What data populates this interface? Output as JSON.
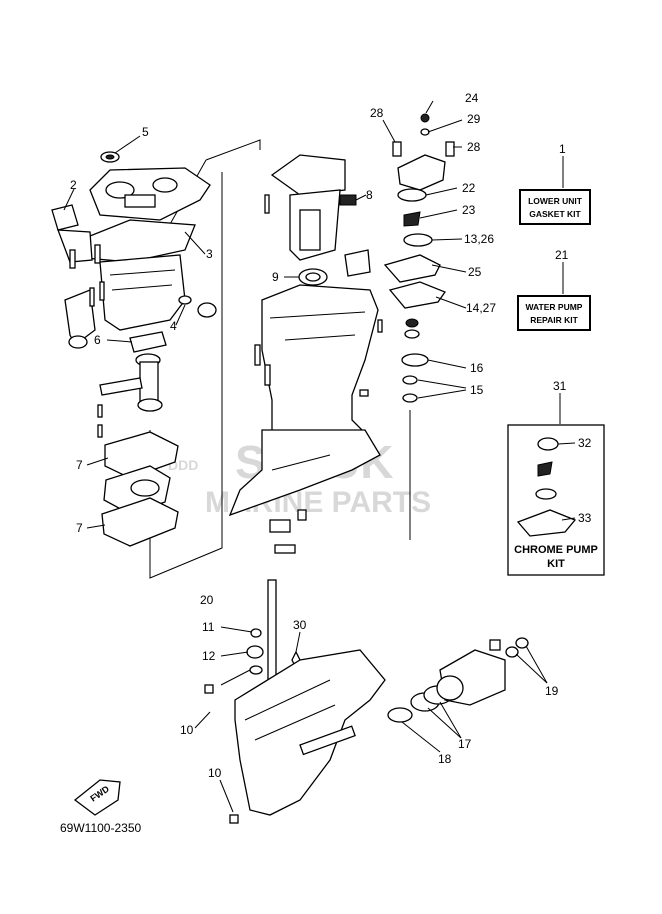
{
  "diagram": {
    "code": "69W1100-2350",
    "fwd_label": "FWD",
    "watermark_line1": "SUZUK",
    "watermark_line2": "MARINE PARTS",
    "watermark_prefix": "DDD"
  },
  "callouts": {
    "c1": "1",
    "c2": "2",
    "c3": "3",
    "c4": "4",
    "c5": "5",
    "c6": "6",
    "c7a": "7",
    "c7b": "7",
    "c8": "8",
    "c9": "9",
    "c10a": "10",
    "c10b": "10",
    "c11": "11",
    "c12": "12",
    "c13_26": "13,26",
    "c14_27": "14,27",
    "c15": "15",
    "c16": "16",
    "c17": "17",
    "c18": "18",
    "c19": "19",
    "c20": "20",
    "c21": "21",
    "c22": "22",
    "c23": "23",
    "c24": "24",
    "c25": "25",
    "c28a": "28",
    "c28b": "28",
    "c29": "29",
    "c30": "30",
    "c31": "31",
    "c32": "32",
    "c33": "33"
  },
  "kits": {
    "lower_unit_line1": "LOWER UNIT",
    "lower_unit_line2": "GASKET KIT",
    "water_pump_line1": "WATER PUMP",
    "water_pump_line2": "REPAIR KIT",
    "chrome_pump_line1": "CHROME PUMP",
    "chrome_pump_line2": "KIT"
  }
}
